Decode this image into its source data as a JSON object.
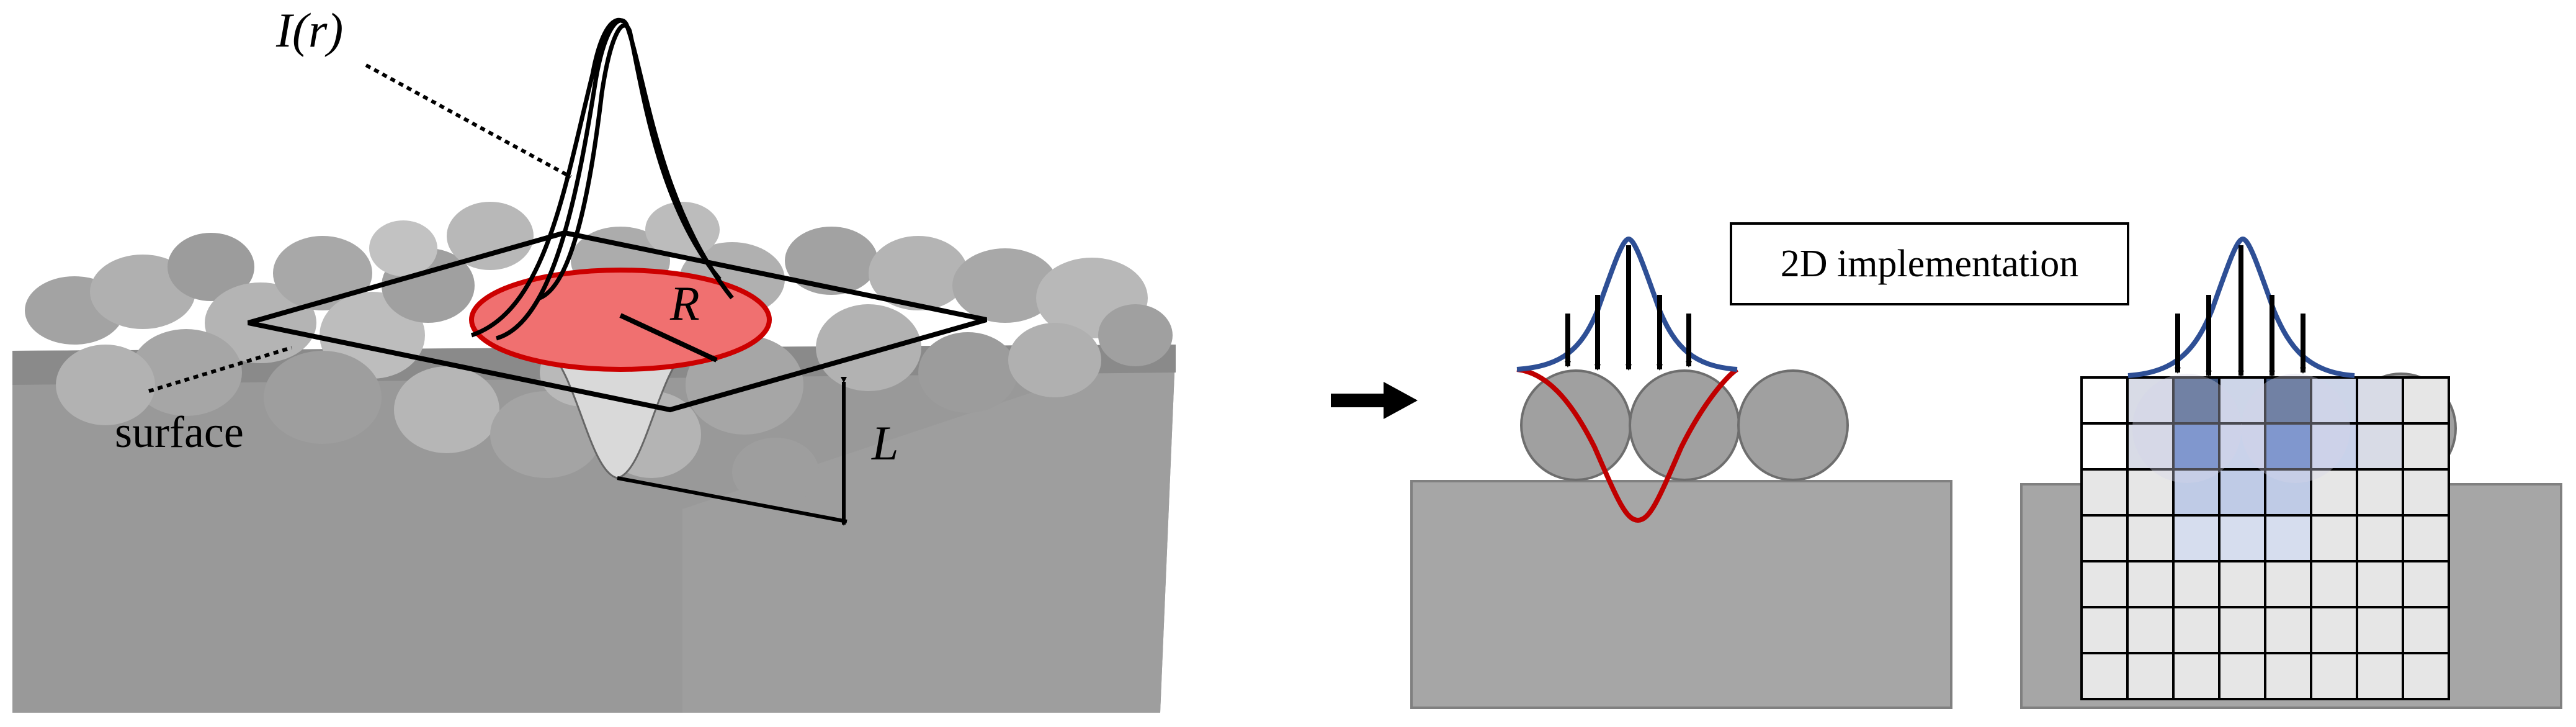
{
  "panel_3d": {
    "intensity_label": "I(r)",
    "radius_label": "R",
    "depth_label": "L",
    "surface_label": "surface"
  },
  "panel_2d": {
    "title": "2D implementation"
  },
  "colors": {
    "powder_gray": "#8f8f8f",
    "block_gray": "#a6a6a6",
    "laser_spot": "#f07070",
    "spot_outline": "#cc0000",
    "gaussian_curve": "#2e4f95",
    "melt_curve": "#c00000",
    "cell_light": "#e6e6e6",
    "cell_mid_blue": "#7d93c8",
    "cell_blue": "#5377c0",
    "cell_dark_blue": "#3d5580"
  }
}
